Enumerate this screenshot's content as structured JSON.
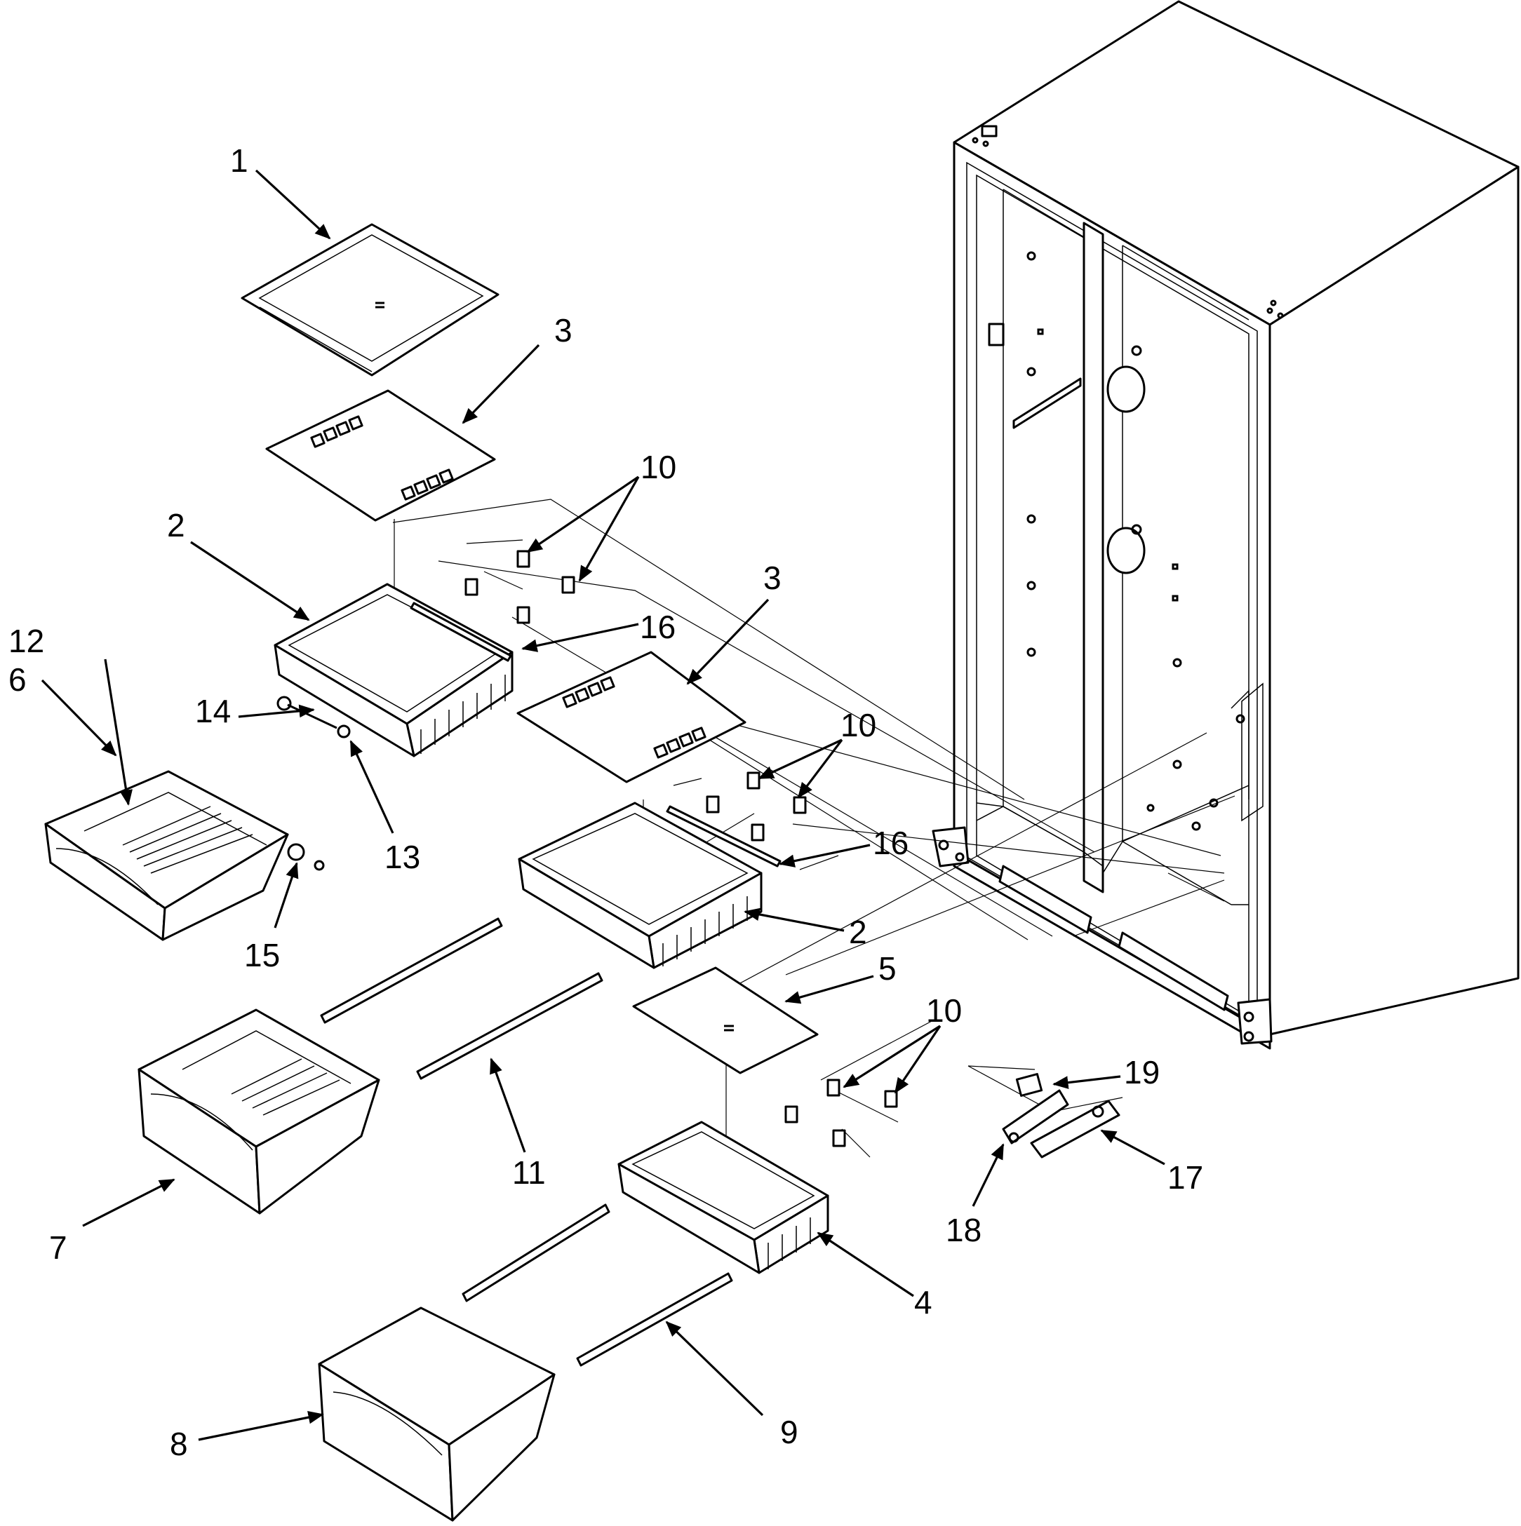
{
  "diagram": {
    "callouts": {
      "c1": "1",
      "c2a": "2",
      "c2b": "2",
      "c3a": "3",
      "c3b": "3",
      "c4": "4",
      "c5": "5",
      "c6": "6",
      "c7": "7",
      "c8": "8",
      "c9": "9",
      "c10a": "10",
      "c10b": "10",
      "c10c": "10",
      "c11": "11",
      "c12": "12",
      "c13": "13",
      "c14": "14",
      "c15": "15",
      "c16a": "16",
      "c16b": "16",
      "c17": "17",
      "c18": "18",
      "c19": "19"
    }
  }
}
